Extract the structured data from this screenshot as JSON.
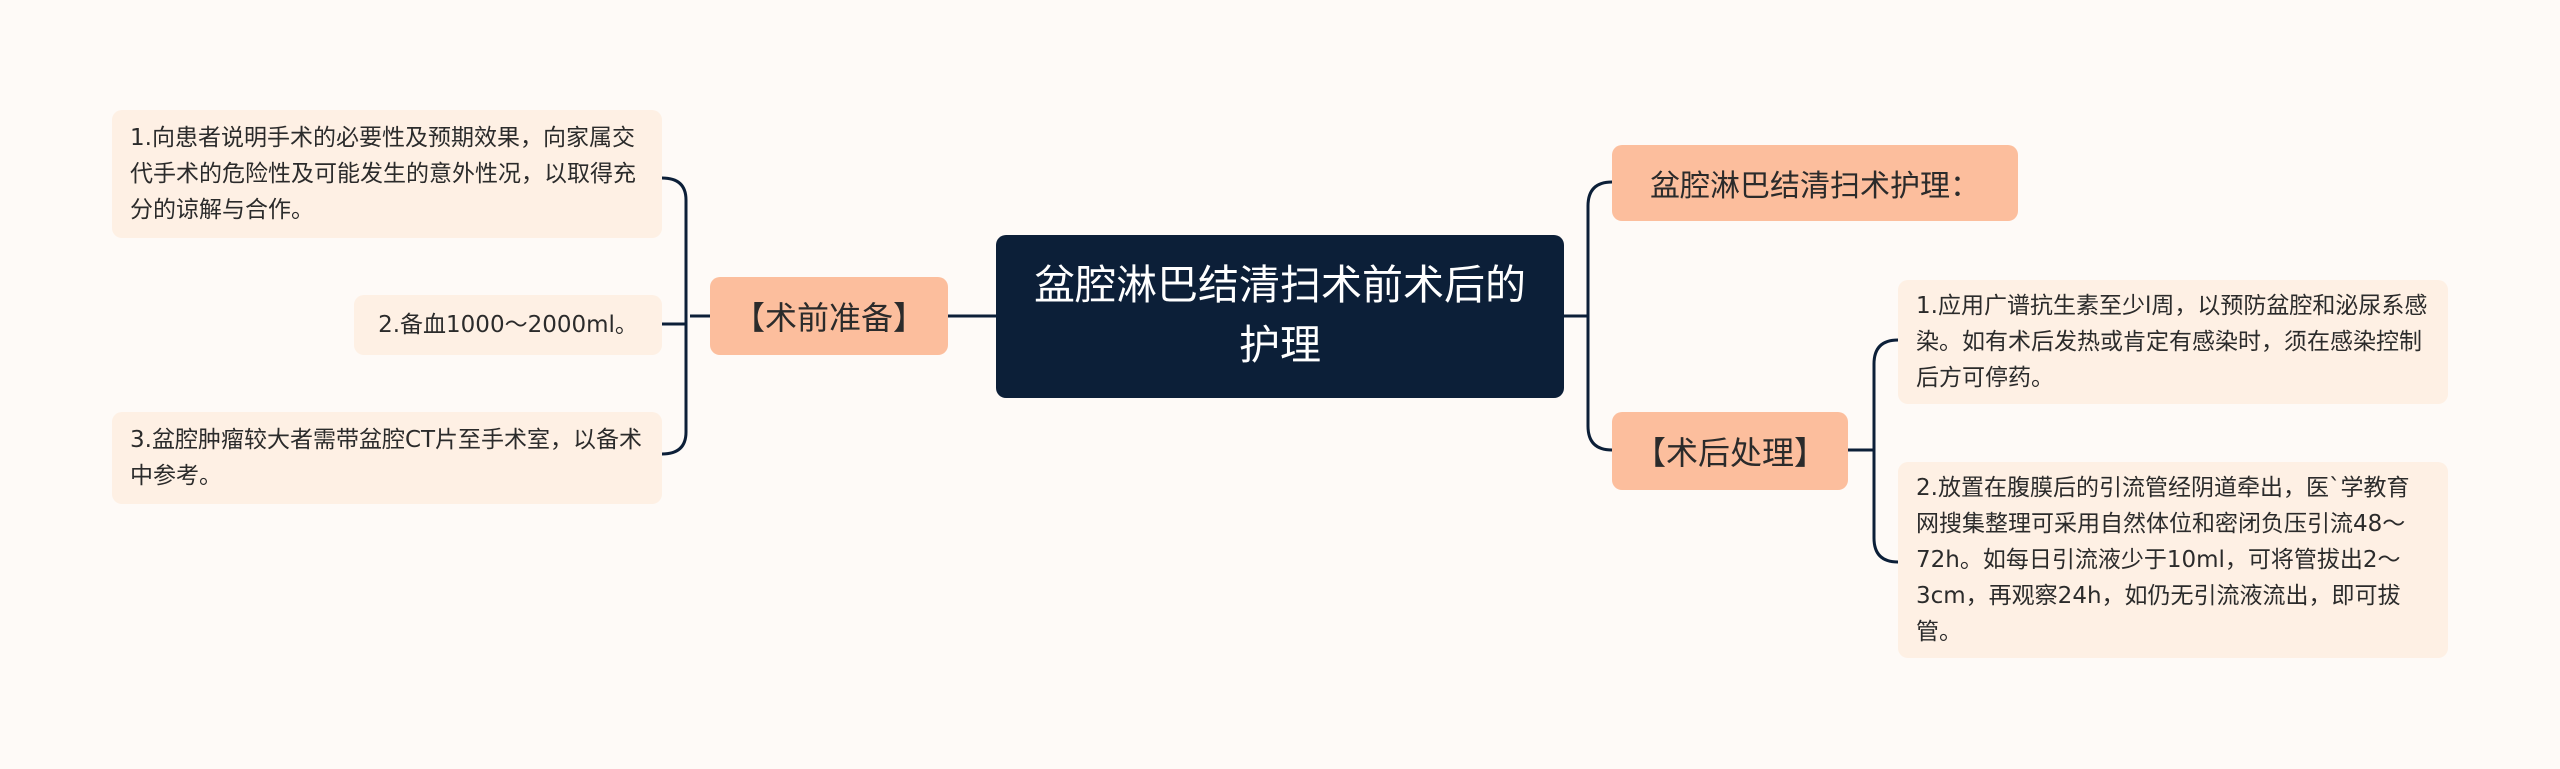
{
  "root": {
    "title": "盆腔淋巴结清扫术前术后的护理"
  },
  "left": {
    "branch_label": "【术前准备】",
    "leaves": [
      "1.向患者说明手术的必要性及预期效果，向家属交代手术的危险性及可能发生的意外性况，以取得充分的谅解与合作。",
      "2.备血1000～2000ml。",
      "3.盆腔肿瘤较大者需带盆腔CT片至手术室，以备术中参考。"
    ]
  },
  "right": {
    "branch_top_label": "盆腔淋巴结清扫术护理：",
    "branch_bottom_label": "【术后处理】",
    "leaves": [
      "1.应用广谱抗生素至少l周，以预防盆腔和泌尿系感染。如有术后发热或肯定有感染时，须在感染控制后方可停药。",
      "2.放置在腹膜后的引流管经阴道牵出，医`学教育网搜集整理可采用自然体位和密闭负压引流48～72h。如每日引流液少于10ml，可将管拔出2～3cm，再观察24h，如仍无引流液流出，即可拔管。"
    ]
  },
  "colors": {
    "background": "#fefaf7",
    "root_fill": "#0c1f38",
    "branch_fill": "#fcbe9d",
    "leaf_fill": "#fef0e4",
    "connector": "#0c1f38"
  }
}
